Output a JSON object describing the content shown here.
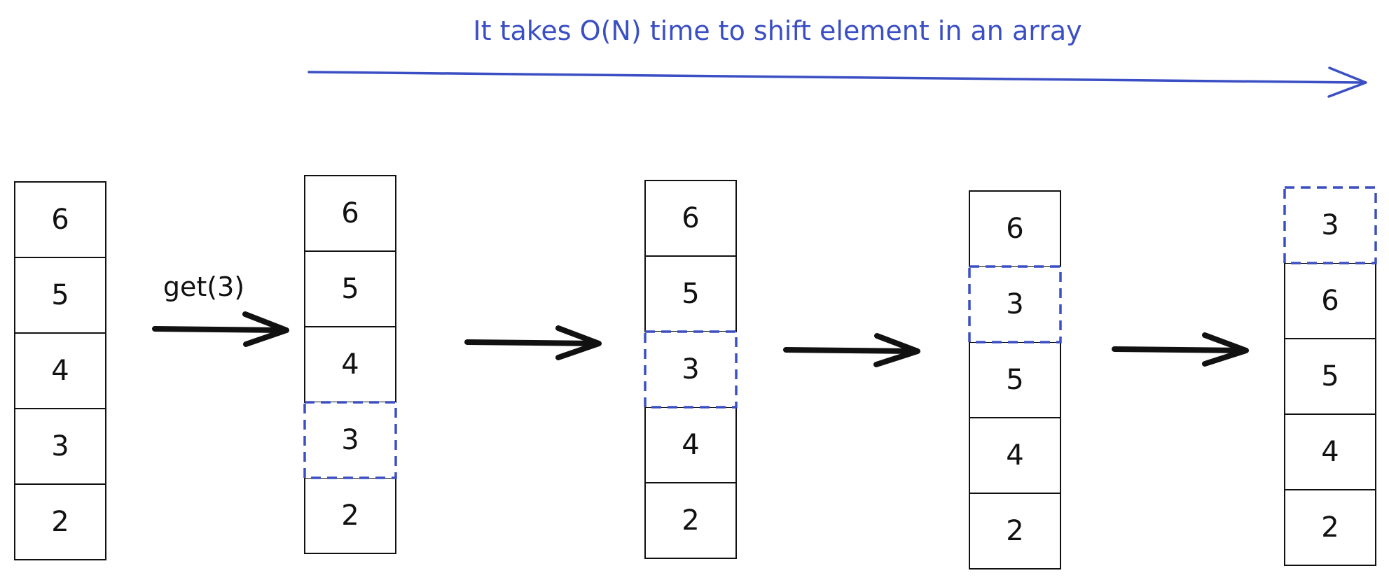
{
  "header": {
    "title": "It takes O(N) time to shift element in an array"
  },
  "operation": {
    "label": "get(3)"
  },
  "colors": {
    "accent": "#3b4fc4",
    "ink": "#111111"
  },
  "stacks": [
    {
      "cells": [
        {
          "value": "6",
          "highlighted": false
        },
        {
          "value": "5",
          "highlighted": false
        },
        {
          "value": "4",
          "highlighted": false
        },
        {
          "value": "3",
          "highlighted": false
        },
        {
          "value": "2",
          "highlighted": false
        }
      ]
    },
    {
      "cells": [
        {
          "value": "6",
          "highlighted": false
        },
        {
          "value": "5",
          "highlighted": false
        },
        {
          "value": "4",
          "highlighted": false
        },
        {
          "value": "3",
          "highlighted": true
        },
        {
          "value": "2",
          "highlighted": false
        }
      ]
    },
    {
      "cells": [
        {
          "value": "6",
          "highlighted": false
        },
        {
          "value": "5",
          "highlighted": false
        },
        {
          "value": "3",
          "highlighted": true
        },
        {
          "value": "4",
          "highlighted": false
        },
        {
          "value": "2",
          "highlighted": false
        }
      ]
    },
    {
      "cells": [
        {
          "value": "6",
          "highlighted": false
        },
        {
          "value": "3",
          "highlighted": true
        },
        {
          "value": "5",
          "highlighted": false
        },
        {
          "value": "4",
          "highlighted": false
        },
        {
          "value": "2",
          "highlighted": false
        }
      ]
    },
    {
      "cells": [
        {
          "value": "3",
          "highlighted": true
        },
        {
          "value": "6",
          "highlighted": false
        },
        {
          "value": "5",
          "highlighted": false
        },
        {
          "value": "4",
          "highlighted": false
        },
        {
          "value": "2",
          "highlighted": false
        }
      ]
    }
  ]
}
